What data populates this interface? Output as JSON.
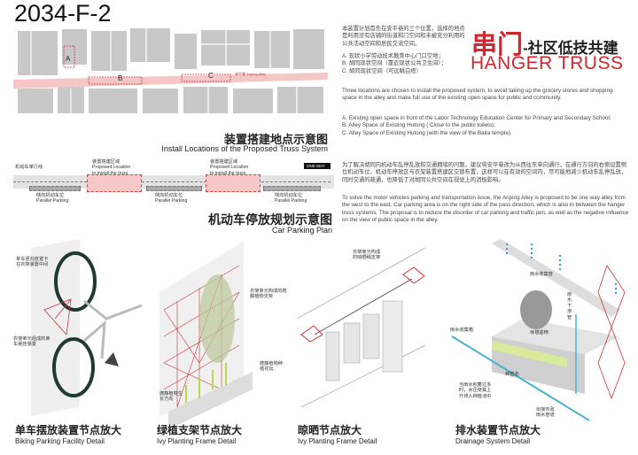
{
  "sheet_id": "2034-F-2",
  "logo": {
    "zh_main": "串门",
    "zh_sub": "-社区低技共建",
    "en": "HANGER TRUSS",
    "color": "#d2262c"
  },
  "map": {
    "labels": [
      "A",
      "B",
      "C"
    ],
    "street_label": "安平巷 Anping Alley",
    "caption_zh": "装置搭建地点示意图",
    "caption_en": "Install Locations of the Proposed Truss System"
  },
  "parking": {
    "lane_label": "机动车单行线",
    "one_way": "ONE WAY",
    "proposed_zh": "装置搭建区域",
    "proposed_en_1": "Proposed Location",
    "proposed_en_2": "to install the truss",
    "parallel_zh": "侧向机动车位",
    "parallel_en": "Parallel Parking",
    "caption_zh": "机动车停放规划示意图",
    "caption_en": "Car Parking Plan"
  },
  "intro": {
    "zh": "本装置计划首先在安平巷的三个位置，选择的地点是利用没有店铺的街道和门空间和未被充分利用的公共活动空间和居民交流空间。",
    "zh_list": [
      "A. 现状小学劳动技术教育中心门口空地；",
      "B. 胡同现状空间（靠近现状公共卫生间）；",
      "C. 胡同现状空间（可远眺白塔）"
    ],
    "en": "Three locations are chosen to install the proposed system, to avoid taking up the grocery stores and shopping space in the alley and make full use of the existing open space for public and community.",
    "en_list": [
      "A. Existing open space in front of the Labor Technology Education Center for Primary and Secondary School;",
      "B. Alley Space of Existing Hutong ( Close to the public toilets);",
      "C. Alley Space of Existing Hutong (with the view of the Baita temple)."
    ]
  },
  "parking_text": {
    "zh": "为了解决胡同内机动车乱停乱放和交通拥堵的问题，建议将安平巷改为从西往东单向通行，在通行方向的右侧设置侧位机动车位，机动车停放区与衣架装置搭建区交替布置，这样可以在有效的空间内，尽可能地减少机动车乱停乱放，同时交通的疏通，也降低了对胡同公共空间在视觉上的消极影响。",
    "en": "To solve the motor vehicles parking and transportation issue, the Anping Alley is proposed to be one way alley from the west to the east. Car parking area is on the right side of the pass direction, which is also in between the hanger truss systems. The proposal is to reduce the disorder of car parking and traffic jam, as well as the negative influence on the view of public space in the alley."
  },
  "details": [
    {
      "zh": "单车摆放装置节点放大",
      "en": "Biking Parking Facility Detail",
      "notes": [
        "单车竖向放置卡在衣架装置中间",
        "衣架单元组成的单车悬挂装置"
      ]
    },
    {
      "zh": "绿植支架节点放大",
      "en": "Ivy Planting Frame Detail",
      "notes": [
        "衣架单元构成的爬藤植物支架",
        "爬藤植物种植花坛",
        "爬藤植物生长方向"
      ]
    },
    {
      "zh": "晾晒节点放大",
      "en": "Ivy Planting Frame Detail",
      "notes": [
        "衣架单元构成的晾晒绳支架"
      ]
    },
    {
      "zh": "排水装置节点放大",
      "en": "Drainage System Detail",
      "notes": [
        "雨水收集管",
        "雨水下渗管",
        "雨水收集箱",
        "休憩座椅",
        "种植池",
        "当雨水积蓄过多时，水压使其上升排入种植池中",
        "衔接市政雨水管道"
      ]
    }
  ]
}
